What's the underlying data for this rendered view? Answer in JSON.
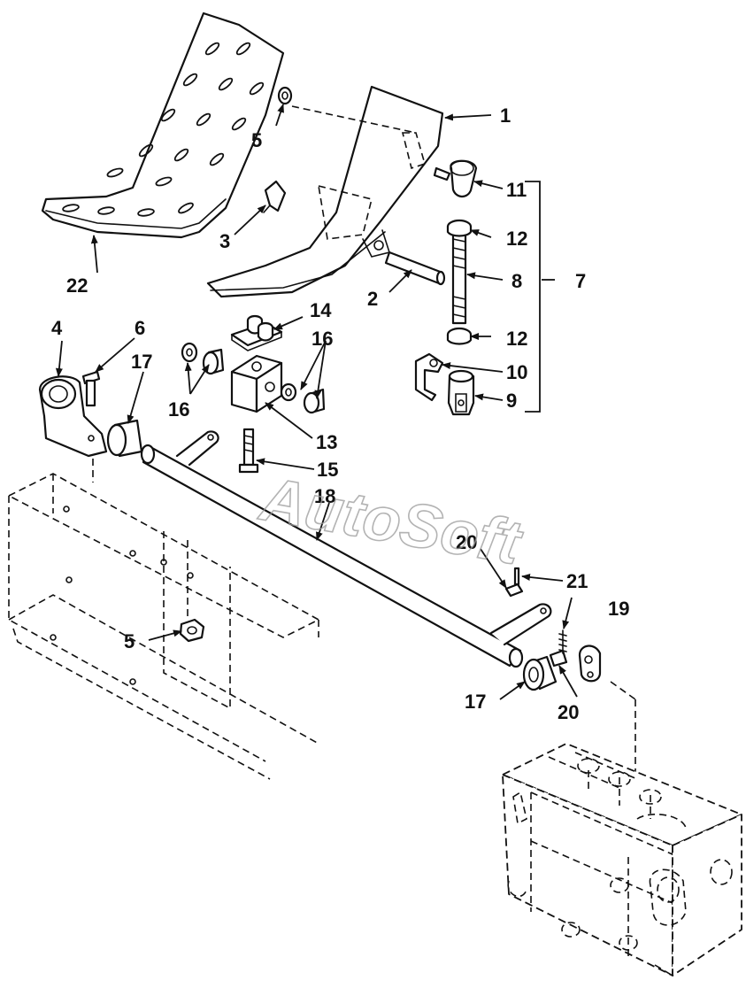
{
  "watermark": "AutoSoft",
  "callouts": {
    "c1": "1",
    "c2": "2",
    "c3": "3",
    "c4": "4",
    "c5a": "5",
    "c5b": "5",
    "c6": "6",
    "c7": "7",
    "c8": "8",
    "c9": "9",
    "c10": "10",
    "c11": "11",
    "c12a": "12",
    "c12b": "12",
    "c13": "13",
    "c14": "14",
    "c15": "15",
    "c16a": "16",
    "c16b": "16",
    "c17a": "17",
    "c17b": "17",
    "c18": "18",
    "c19": "19",
    "c20a": "20",
    "c20b": "20",
    "c21": "21",
    "c22": "22"
  }
}
